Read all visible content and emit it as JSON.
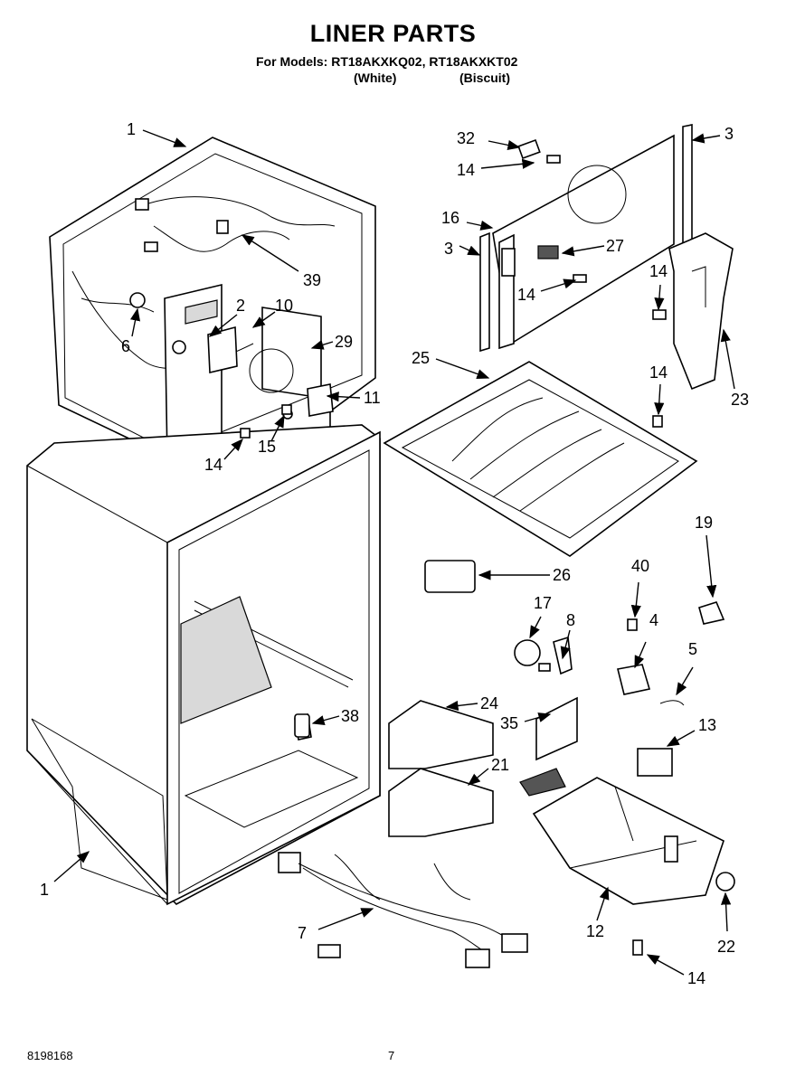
{
  "header": {
    "title": "LINER PARTS",
    "models_line": "For Models: RT18AKXKQ02, RT18AKXKT02",
    "variant_white": "(White)",
    "variant_biscuit": "(Biscuit)"
  },
  "footer": {
    "doc_number": "8198168",
    "page_number": "7"
  },
  "callouts": {
    "c1_top": "1",
    "c1_bottom": "1",
    "c2": "2",
    "c3_right": "3",
    "c3_left": "3",
    "c4": "4",
    "c5": "5",
    "c6": "6",
    "c7": "7",
    "c8": "8",
    "c10": "10",
    "c11": "11",
    "c12": "12",
    "c13": "13",
    "c14_a": "14",
    "c14_b": "14",
    "c14_c": "14",
    "c14_d": "14",
    "c14_e": "14",
    "c14_f": "14",
    "c15": "15",
    "c16": "16",
    "c17": "17",
    "c19": "19",
    "c21": "21",
    "c22": "22",
    "c23": "23",
    "c24": "24",
    "c25": "25",
    "c26": "26",
    "c27": "27",
    "c29": "29",
    "c32": "32",
    "c35": "35",
    "c38": "38",
    "c39": "39",
    "c40": "40"
  }
}
